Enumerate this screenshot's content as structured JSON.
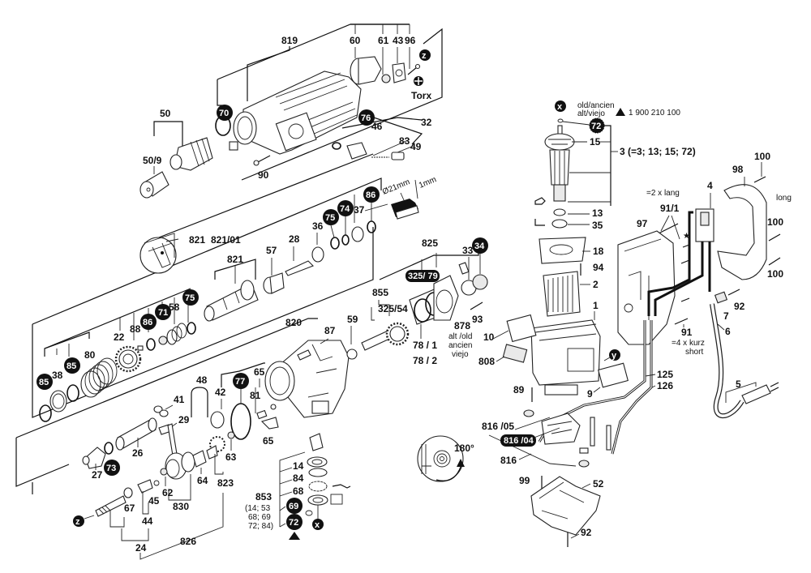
{
  "diagram": {
    "title": "Rotary hammer exploded parts diagram",
    "labels": {
      "l819": "819",
      "l60": "60",
      "l61": "61",
      "l43": "43",
      "l96": "96",
      "torx": "Torx",
      "l50": "50",
      "l50_9": "50/9",
      "l90": "90",
      "l46": "46",
      "l32": "32",
      "l83": "83",
      "l49": "49",
      "l821a": "821",
      "l821_01": "821/01",
      "l821b": "821",
      "l57": "57",
      "l28": "28",
      "l36": "36",
      "l37": "37",
      "d21": "Ø21mm",
      "d1": "1mm",
      "l58": "58",
      "l88": "88",
      "l22": "22",
      "l80": "80",
      "l38": "38",
      "l820": "820",
      "l87": "87",
      "l59": "59",
      "l48": "48",
      "l42": "42",
      "l65a": "65",
      "l81": "81",
      "l65b": "65",
      "l41": "41",
      "l29": "29",
      "l26": "26",
      "l27": "27",
      "l62": "62",
      "l64": "64",
      "l63": "63",
      "l823": "823",
      "l830": "830",
      "l45": "45",
      "l67": "67",
      "l44": "44",
      "l24": "24",
      "l826": "826",
      "l14": "14",
      "l84": "84",
      "l68": "68",
      "l853": "853",
      "l853_note1": "(14; 53",
      "l853_note2": "68; 69",
      "l853_note3": "72; 84)",
      "l825": "825",
      "l33": "33",
      "l855": "855",
      "l325_54": "325/54",
      "l93": "93",
      "l878": "878",
      "alt_old": "alt /old",
      "ancien": "ancien",
      "viejo": "viejo",
      "l78_1": "78 / 1",
      "l78_2": "78 / 2",
      "old_ancien": "old/ancien",
      "alt_viejo": "alt/viejo",
      "part_no": "1 900 210 100",
      "l15": "15",
      "l3": "3 (=3; 13; 15; 72)",
      "l13": "13",
      "l35": "35",
      "l18": "18",
      "l94": "94",
      "l2": "2",
      "l1": "1",
      "l10": "10",
      "l808": "808",
      "l89": "89",
      "l9": "9",
      "xlang": "=2 x lang",
      "l91_1": "91/1",
      "l97": "97",
      "l4": "4",
      "l98": "98",
      "l100a": "100",
      "long": "long",
      "l100b": "100",
      "l100c": "100",
      "l92a": "92",
      "l7": "7",
      "l6": "6",
      "l91": "91",
      "kurz": "=4 x kurz",
      "short": "short",
      "l125": "125",
      "l126": "126",
      "l5": "5",
      "l816_05": "816 /05",
      "l816": "816",
      "deg180": "180°",
      "l99": "99",
      "l52": "52",
      "l92b": "92"
    },
    "badges": {
      "b70": "70",
      "b76": "76",
      "b86a": "86",
      "b75a": "75",
      "b74": "74",
      "b75b": "75",
      "b71": "71",
      "b86b": "86",
      "b85a": "85",
      "b85b": "85",
      "b77": "77",
      "b73": "73",
      "b69": "69",
      "b72a": "72",
      "b34": "34",
      "b325_79": "325/ 79",
      "b72b": "72",
      "b816_04": "816 /04"
    },
    "markers": {
      "z1": "z",
      "z2": "z",
      "x1": "x",
      "x2": "x",
      "y1": "y"
    }
  }
}
